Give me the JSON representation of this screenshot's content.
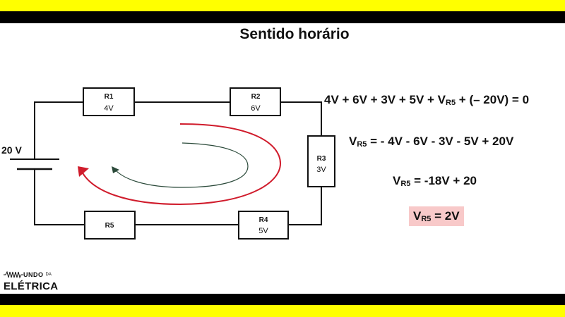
{
  "title": "Sentido horário",
  "source": {
    "label": "20 V"
  },
  "resistors": [
    {
      "name": "R1",
      "value": "4V"
    },
    {
      "name": "R2",
      "value": "6V"
    },
    {
      "name": "R3",
      "value": "3V"
    },
    {
      "name": "R4",
      "value": "5V"
    },
    {
      "name": "R5",
      "value": ""
    }
  ],
  "equations": {
    "eq1": {
      "a": "4V + 6V + 3V + 5V + V",
      "sub": "R5",
      "b": " + (– 20V) = 0"
    },
    "eq2": {
      "a": "V",
      "sub": "R5",
      "b": " = - 4V - 6V - 3V - 5V + 20V"
    },
    "eq3": {
      "a": "V",
      "sub": "R5",
      "b": " = -18V + 20"
    },
    "eq4": {
      "a": "V",
      "sub": "R5",
      "b": " = 2V"
    }
  },
  "logo": {
    "line1": "UNDO",
    "line1_small": "DA",
    "line2": "ELÉTRICA"
  },
  "colors": {
    "band_yellow": "#ffff00",
    "band_black": "#000000",
    "arrow_red": "#d01c2c",
    "arrow_green": "#2b4a3a",
    "result_highlight": "#f8c9c9"
  }
}
